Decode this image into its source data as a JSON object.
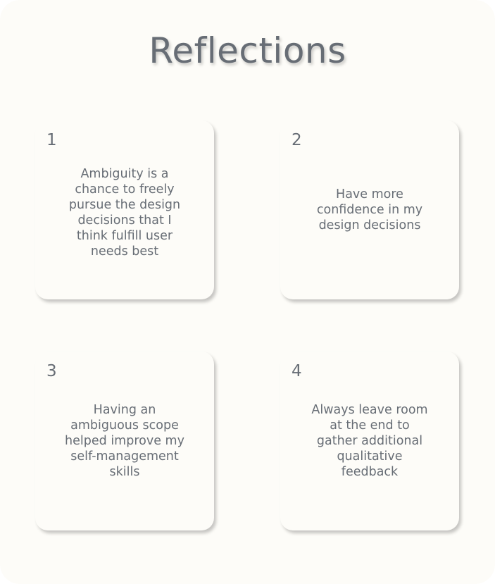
{
  "title": "Reflections",
  "cards": [
    {
      "number": "1",
      "text": "Ambiguity is a chance to freely pursue the design decisions that I think fulfill user needs best"
    },
    {
      "number": "2",
      "text": "Have more confidence in my design decisions"
    },
    {
      "number": "3",
      "text": "Having an ambiguous scope helped improve my self-management skills"
    },
    {
      "number": "4",
      "text": "Always leave room at the end to gather additional qualitative feedback"
    }
  ]
}
